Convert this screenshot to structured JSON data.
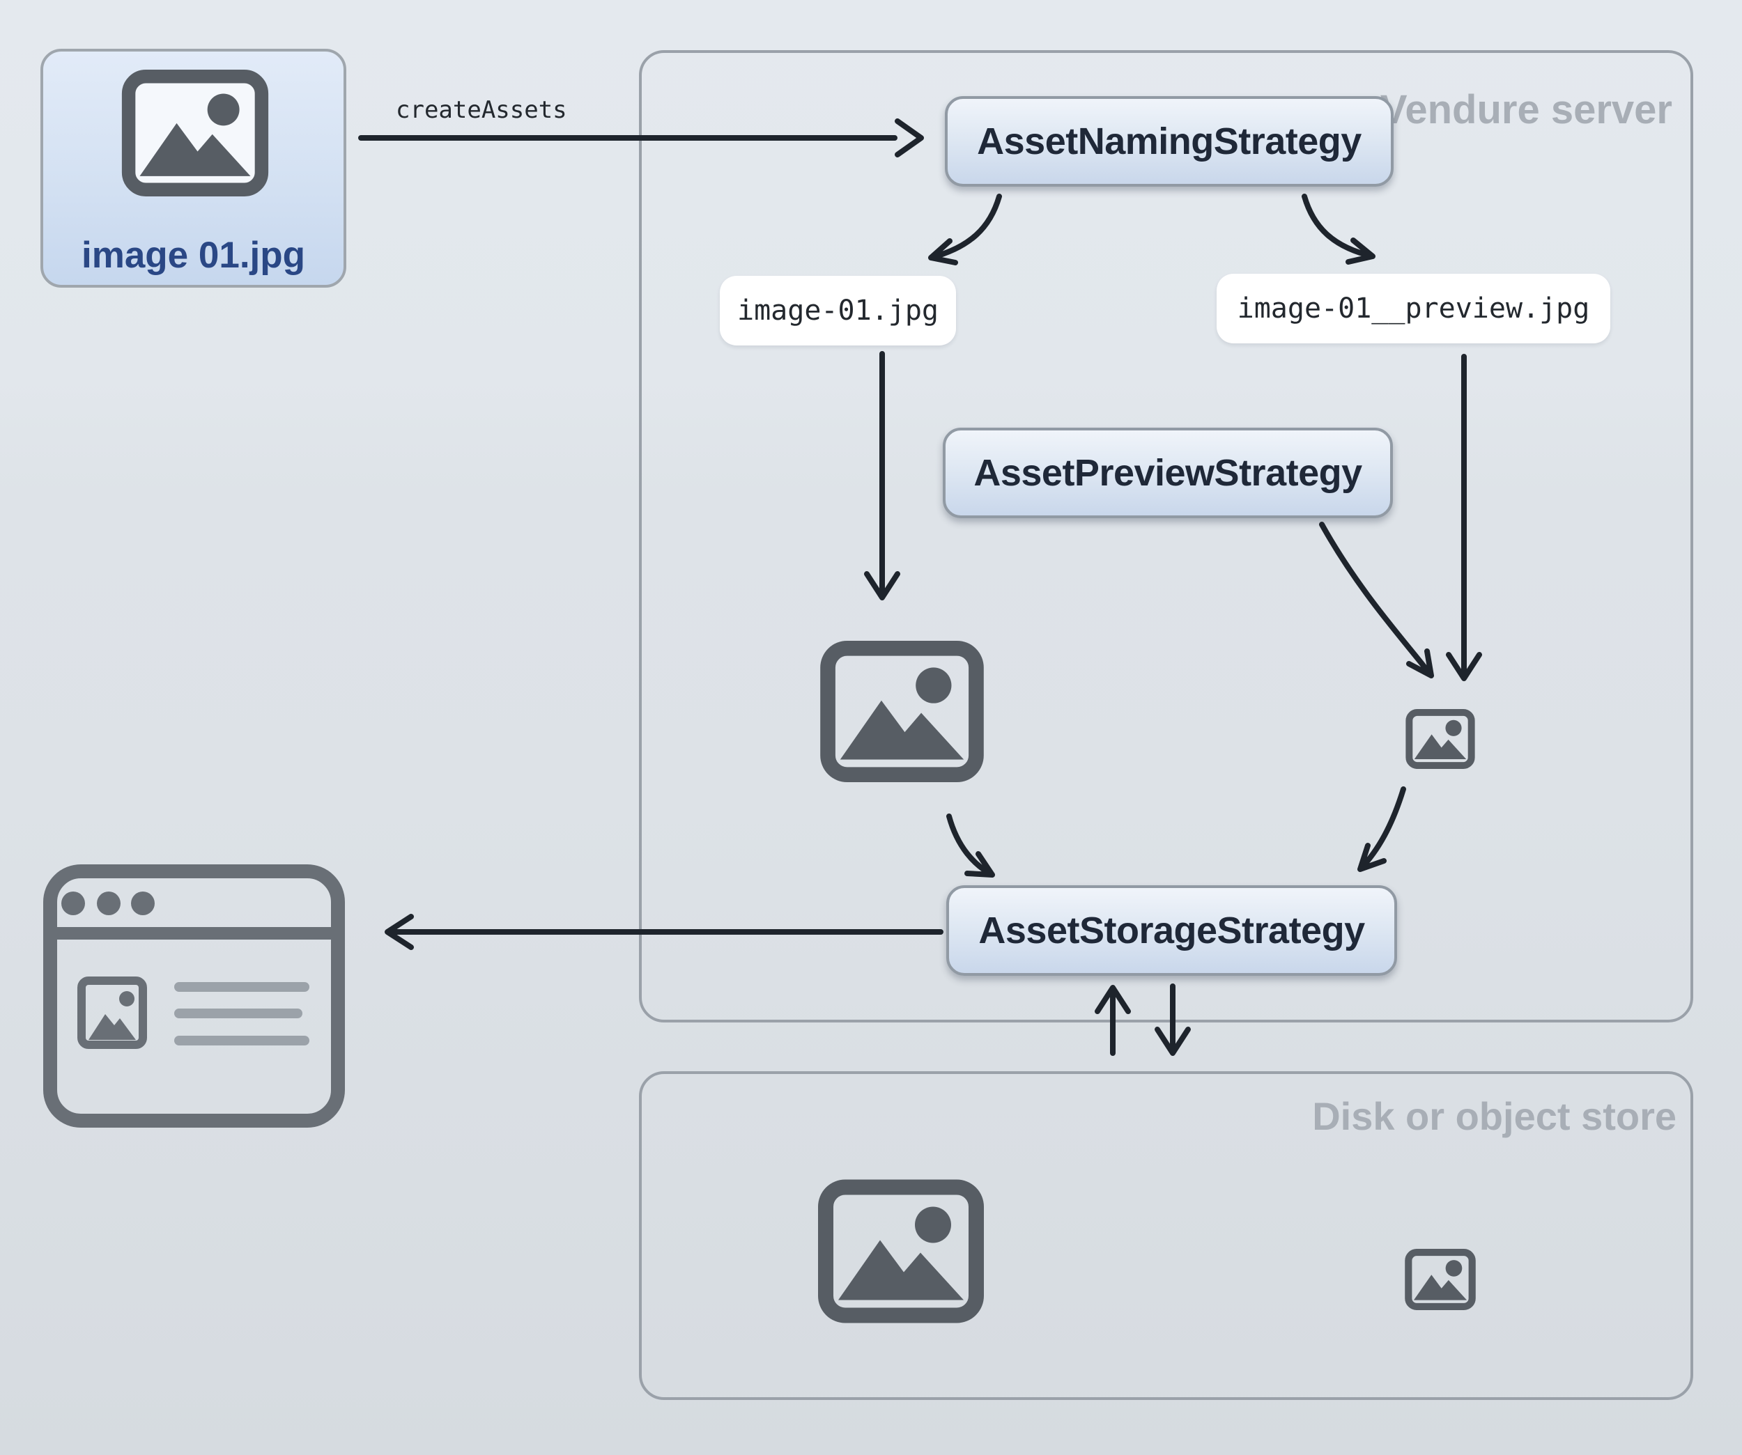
{
  "diagram": {
    "source_file": {
      "label": "image 01.jpg"
    },
    "create_assets": {
      "label": "createAssets"
    },
    "vendure_server": {
      "title": "Vendure server",
      "naming_strategy": "AssetNamingStrategy",
      "preview_strategy": "AssetPreviewStrategy",
      "storage_strategy": "AssetStorageStrategy",
      "source_filename": "image-01.jpg",
      "preview_filename": "image-01__preview.jpg"
    },
    "disk_store": {
      "title": "Disk or object store"
    }
  },
  "icons": {
    "photo_icon": "framed landscape picture with sun circle and mountains",
    "browser_icon": "browser window with three dots, image thumbnail and text lines"
  },
  "colors": {
    "background_top": "#e4e9ee",
    "background_bottom": "#d6dbe0",
    "strategy_box_fill_top": "#f0f4fa",
    "strategy_box_fill_bottom": "#c9d7eb",
    "strategy_box_border": "#919aa4",
    "strategy_box_text": "#1f2838",
    "chip_background": "#ffffff",
    "chip_text": "#23282e",
    "container_border": "#9aa1a9",
    "container_title": "#a8aeb6",
    "file_card_fill_top": "#e2ebf8",
    "file_card_fill_bottom": "#c6d7ee",
    "file_card_label": "#2a4785",
    "icon_gray": "#575d64",
    "browser_gray": "#696f76",
    "browser_text_bars": "#9ba2a9",
    "arrow": "#1e242c"
  }
}
